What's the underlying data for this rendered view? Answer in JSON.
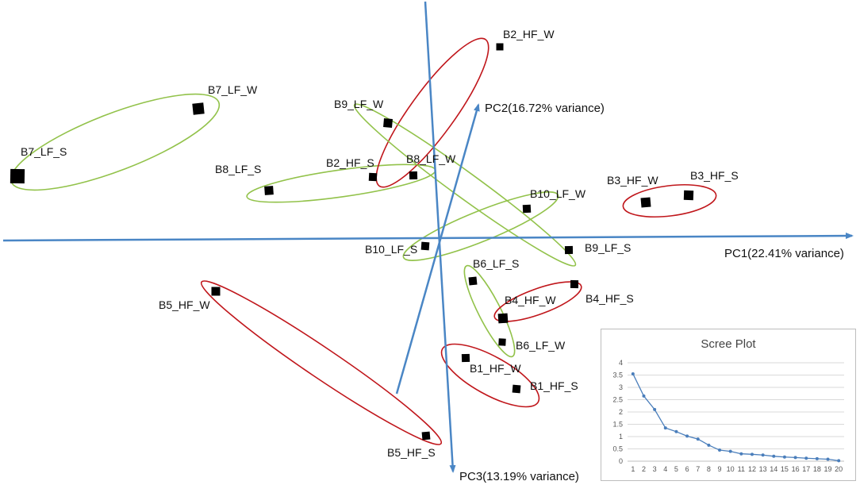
{
  "chart_data": [
    {
      "type": "biplot",
      "axes": [
        {
          "name": "PC1",
          "label": "PC1(22.41% variance)"
        },
        {
          "name": "PC2",
          "label": "PC2(16.72% variance)"
        },
        {
          "name": "PC3",
          "label": "PC3(13.19% variance)"
        }
      ],
      "points": [
        {
          "label": "B7_LF_W",
          "group": "LF"
        },
        {
          "label": "B7_LF_S",
          "group": "LF"
        },
        {
          "label": "B8_LF_S",
          "group": "LF"
        },
        {
          "label": "B2_HF_S",
          "group": "HF"
        },
        {
          "label": "B8_LF_W",
          "group": "LF"
        },
        {
          "label": "B9_LF_W",
          "group": "LF"
        },
        {
          "label": "B2_HF_W",
          "group": "HF"
        },
        {
          "label": "B3_HF_W",
          "group": "HF"
        },
        {
          "label": "B3_HF_S",
          "group": "HF"
        },
        {
          "label": "B10_LF_W",
          "group": "LF"
        },
        {
          "label": "B10_LF_S",
          "group": "LF"
        },
        {
          "label": "B9_LF_S",
          "group": "LF"
        },
        {
          "label": "B6_LF_S",
          "group": "LF"
        },
        {
          "label": "B4_HF_S",
          "group": "HF"
        },
        {
          "label": "B4_HF_W",
          "group": "HF"
        },
        {
          "label": "B6_LF_W",
          "group": "LF"
        },
        {
          "label": "B1_HF_W",
          "group": "HF"
        },
        {
          "label": "B1_HF_S",
          "group": "HF"
        },
        {
          "label": "B5_HF_W",
          "group": "HF"
        },
        {
          "label": "B5_HF_S",
          "group": "HF"
        }
      ],
      "groups": {
        "LF": {
          "color": "#92c24a"
        },
        "HF": {
          "color": "#c0161b"
        }
      },
      "axis_color": "#4a86c5",
      "point_color": "#000000"
    },
    {
      "type": "line",
      "title": "Scree Plot",
      "x": [
        1,
        2,
        3,
        4,
        5,
        6,
        7,
        8,
        9,
        10,
        11,
        12,
        13,
        14,
        15,
        16,
        17,
        18,
        19,
        20
      ],
      "values": [
        3.55,
        2.65,
        2.1,
        1.35,
        1.2,
        1.02,
        0.9,
        0.65,
        0.45,
        0.4,
        0.3,
        0.28,
        0.25,
        0.2,
        0.17,
        0.15,
        0.12,
        0.1,
        0.08,
        0.02
      ],
      "ylim": [
        0,
        4
      ],
      "yticks": [
        "0",
        "0.5",
        "1",
        "1.5",
        "2",
        "2.5",
        "3",
        "3.5",
        "4"
      ],
      "xticks": [
        "1",
        "2",
        "3",
        "4",
        "5",
        "6",
        "7",
        "8",
        "9",
        "10",
        "11",
        "12",
        "13",
        "14",
        "15",
        "16",
        "17",
        "18",
        "19",
        "20"
      ],
      "grid": true,
      "color": "#4a7ebb"
    }
  ]
}
